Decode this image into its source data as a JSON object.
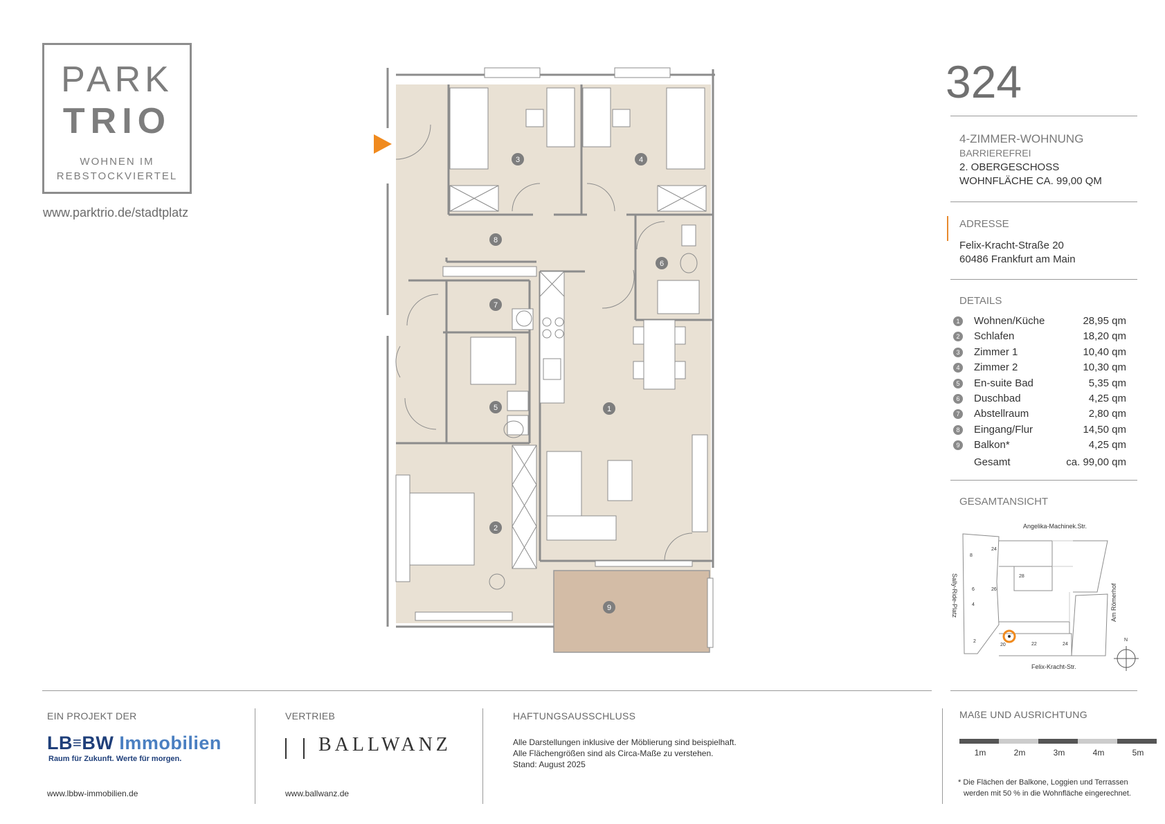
{
  "logo": {
    "line1": "PARK",
    "line2": "TRIO",
    "sub1": "WOHNEN IM",
    "sub2": "REBSTOCKVIERTEL"
  },
  "website": "www.parktrio.de/stadtplatz",
  "unit": {
    "number": "324",
    "type": "4-ZIMMER-WOHNUNG",
    "accessibility": "BARRIEREFREI",
    "floor": "2. OBERGESCHOSS",
    "area": "WOHNFLÄCHE CA. 99,00 QM"
  },
  "address": {
    "label": "ADRESSE",
    "street": "Felix-Kracht-Straße 20",
    "city": "60486 Frankfurt am Main"
  },
  "details": {
    "label": "DETAILS",
    "rows": [
      {
        "num": "1",
        "name": "Wohnen/Küche",
        "value": "28,95 qm"
      },
      {
        "num": "2",
        "name": "Schlafen",
        "value": "18,20 qm"
      },
      {
        "num": "3",
        "name": "Zimmer 1",
        "value": "10,40 qm"
      },
      {
        "num": "4",
        "name": "Zimmer 2",
        "value": "10,30 qm"
      },
      {
        "num": "5",
        "name": "En-suite Bad",
        "value": "5,35 qm"
      },
      {
        "num": "6",
        "name": "Duschbad",
        "value": "4,25 qm"
      },
      {
        "num": "7",
        "name": "Abstellraum",
        "value": "2,80 qm"
      },
      {
        "num": "8",
        "name": "Eingang/Flur",
        "value": "14,50 qm"
      },
      {
        "num": "9",
        "name": "Balkon*",
        "value": "4,25 qm"
      }
    ],
    "total_name": "Gesamt",
    "total_value": "ca. 99,00 qm"
  },
  "overview": {
    "label": "GESAMTANSICHT",
    "street_top": "Angelika-Machinek.Str.",
    "street_left": "Sally-Ride-Platz",
    "street_right": "Am Römerhof",
    "street_bottom": "Felix-Kracht-Str.",
    "numbers": [
      "24",
      "8",
      "28",
      "6",
      "26",
      "4",
      "2",
      "20",
      "22",
      "24"
    ],
    "north": "N"
  },
  "plan": {
    "room_numbers": [
      "1",
      "2",
      "3",
      "4",
      "5",
      "6",
      "7",
      "8",
      "9"
    ],
    "colors": {
      "floor": "#e9e1d4",
      "balcony": "#d3bca6",
      "entry_marker": "#f08a1e"
    }
  },
  "footer": {
    "project_label": "EIN PROJEKT DER",
    "lbbw_main": "LB",
    "lbbw_mid": "BW",
    "lbbw_imm": "Immobilien",
    "lbbw_tagline": "Raum für Zukunft. Werte für morgen.",
    "lbbw_url": "www.lbbw-immobilien.de",
    "sales_label": "VERTRIEB",
    "ballwanz_name": "BALLWANZ",
    "ballwanz_url": "www.ballwanz.de",
    "disclaimer_label": "HAFTUNGSAUSSCHLUSS",
    "disclaimer_1": "Alle Darstellungen inklusive der Möblierung sind beispielhaft.",
    "disclaimer_2": "Alle Flächengrößen sind als Circa-Maße zu verstehen.",
    "disclaimer_3": "Stand: August 2025",
    "scale_label": "MAßE UND AUSRICHTUNG",
    "scale_marks": [
      "1m",
      "2m",
      "3m",
      "4m",
      "5m"
    ],
    "footnote_1": "* Die Flächen der Balkone, Loggien und Terrassen",
    "footnote_2": "werden mit 50 % in die Wohnfläche eingerechnet."
  }
}
